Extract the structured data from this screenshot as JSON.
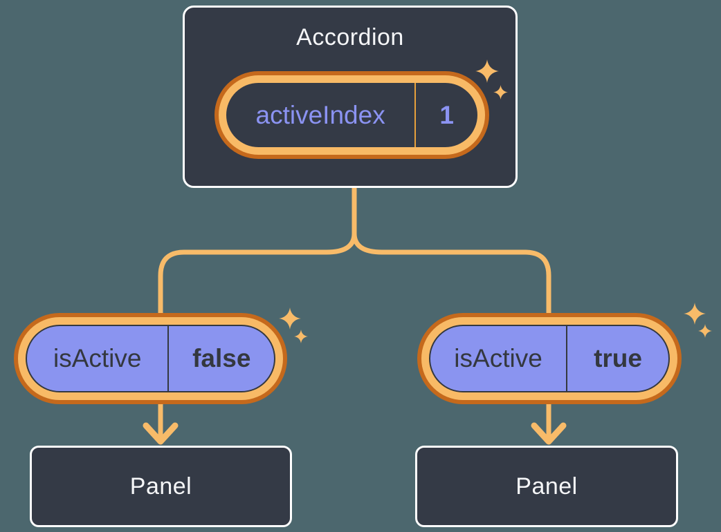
{
  "colors": {
    "background": "#4c676e",
    "card_bg": "#343a46",
    "card_border": "#ffffff",
    "ring_outer": "#c5691c",
    "ring_inner": "#f8ba66",
    "connector": "#f8bb69",
    "divider_amber": "#e9a13c",
    "pill_purple": "#8a94f0",
    "text_light": "#f5f6f8",
    "text_dark": "#34383f",
    "text_periwinkle": "#8b93f2"
  },
  "icons": {
    "sparkle": "sparkle-icon",
    "arrow_down": "arrow-down-icon"
  },
  "diagram": {
    "root": {
      "title": "Accordion",
      "state_pill": {
        "name": "activeIndex",
        "value": "1"
      }
    },
    "children": [
      {
        "prop_pill": {
          "name": "isActive",
          "value": "false"
        },
        "panel": {
          "label": "Panel"
        }
      },
      {
        "prop_pill": {
          "name": "isActive",
          "value": "true"
        },
        "panel": {
          "label": "Panel"
        }
      }
    ]
  }
}
